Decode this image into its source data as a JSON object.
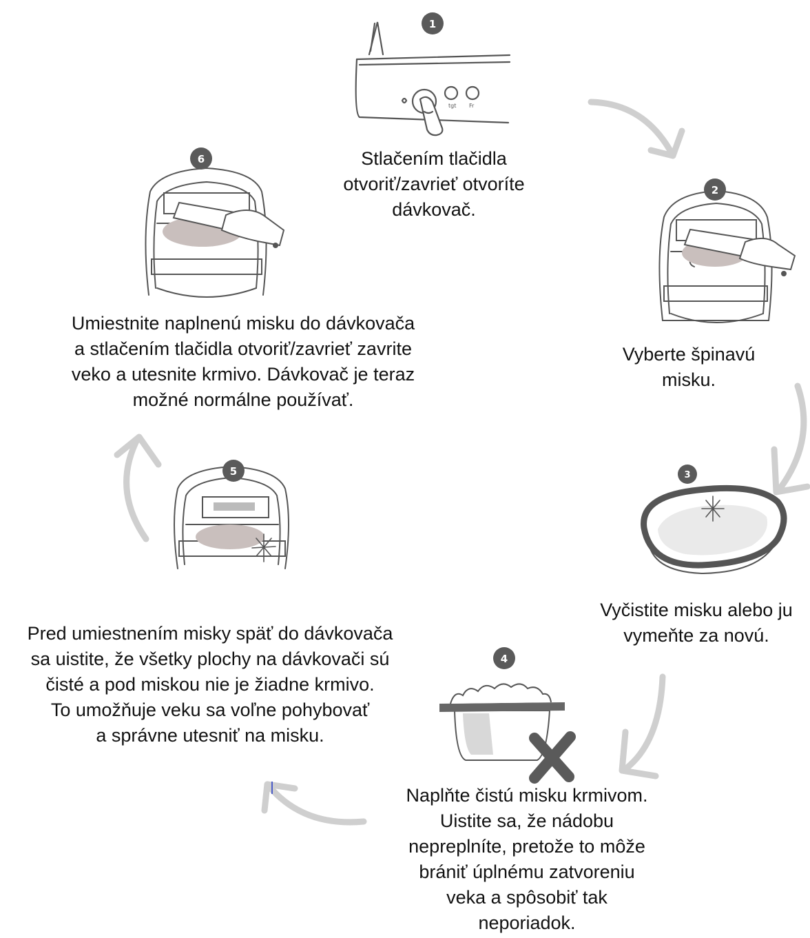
{
  "steps": [
    {
      "number": "1",
      "caption_lines": [
        "Stlačením tlačidla",
        "otvoriť/zavrieť otvoríte",
        "dávkovač."
      ],
      "button_labels": [
        "tgt",
        "Fr"
      ]
    },
    {
      "number": "2",
      "caption_lines": [
        "Vyberte špinavú",
        "misku."
      ]
    },
    {
      "number": "3",
      "caption_lines": [
        "Vyčistite misku alebo ju",
        "vymeňte za novú."
      ]
    },
    {
      "number": "4",
      "caption_lines": [
        "Naplňte čistú misku krmivom.",
        "Uistite sa, že nádobu",
        "nepreplníte, pretože to môže",
        "brániť úplnému zatvoreniu",
        "veka a spôsobiť tak",
        "neporiadok."
      ]
    },
    {
      "number": "5",
      "caption_lines": [
        "Pred umiestnením misky späť do dávkovača",
        "sa uistite, že všetky plochy na dávkovači sú",
        "čisté a pod miskou nie je žiadne krmivo.",
        "To umožňuje veku sa voľne pohybovať",
        "a správne utesniť na misku."
      ]
    },
    {
      "number": "6",
      "caption_lines": [
        "Umiestnite naplnenú misku do dávkovača",
        "a stlačením tlačidla otvoriť/zavrieť zavrite",
        "veko a utesnite krmivo. Dávkovač je teraz",
        "možné normálne používať."
      ]
    }
  ],
  "colors": {
    "badge": "#5a5a5a",
    "line_art": "#555555",
    "arrow": "#cfcfcf",
    "bowl_fill": "#c9bfbd",
    "text": "#111111"
  }
}
